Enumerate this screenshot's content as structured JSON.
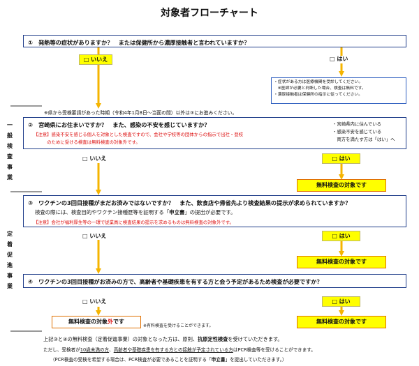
{
  "title": "対象者フローチャート",
  "q1": {
    "text": "①　発熱等の症状がありますか？　または保健所から濃厚接触者と言われていますか？",
    "no": "□ いいえ",
    "yes": "□ はい",
    "info": [
      "・症状がある方は医療機関を受診してください。",
      "　※医師が必要と判断した場合、検査は無料です。",
      "・濃厚接触者は保健所の指示に従ってください。"
    ]
  },
  "between_note": "※県から受検要請があった時期（令和4年1月8日～当面の間）以外は③にお進みください。",
  "side_label_1": [
    "一",
    "般",
    "検",
    "査",
    "事",
    "業"
  ],
  "side_label_2": [
    "定",
    "着",
    "促",
    "進",
    "事",
    "業"
  ],
  "q2": {
    "text": "②　宮崎県にお住まいですか？　また、感染の不安を感じていますか？",
    "note1": "【注意】感染不安を感じる個人を対象とした検査ですので、会社や学校等の団体からの指示で出社・登校",
    "note2": "　　　のために受ける検査は無料検査の対象外です。",
    "side_note": [
      "・宮崎県内に住んでいる",
      "・感染不安を感じている",
      "　両方を満たす方は「はい」へ"
    ],
    "no": "□ いいえ",
    "yes": "□ はい",
    "result": "無料検査の対象です"
  },
  "q3": {
    "text": "③　ワクチンの3回目接種がまだお済みではないですか？　また、飲食店や帰省先より検査結果の提示が求められていますか？",
    "line2_a": "検査の際には、検査目的やワクチン接種歴等を証明する「",
    "line2_b": "申立書",
    "line2_c": "」の提出が必要です。",
    "note": "【注意】会社が福利厚生等の一環で従業員に検査結果の提示を求めるものは無料検査の対象外です。",
    "no": "□ いいえ",
    "yes": "□ はい",
    "result": "無料検査の対象です"
  },
  "q4": {
    "text": "④　ワクチンの3回目接種がお済みの方で、高齢者や基礎疾患を有する方と会う予定があるため検査が必要ですか？",
    "no": "□ いいえ",
    "yes": "□ はい",
    "result_no_a": "無料検査の対象",
    "result_no_b": "外",
    "result_no_c": "です",
    "paid_note": "※有料検査を受けることができます。",
    "result_yes": "無料検査の対象です"
  },
  "footer": {
    "line1_a": "上記③と④の無料検査（定着促進事業）の対象となった方は、原則、",
    "line1_b": "抗原定性検査",
    "line1_c": "を受けていただきます。",
    "line2_a": "ただし、受検者が",
    "line2_b": "10歳未満の方",
    "line2_c": "、",
    "line2_d": "高齢者や基礎疾患を有する方との接触が予定されている方",
    "line2_e": "はPCR検査等を受けることができます。",
    "line3_a": "（PCR検査の受検を希望する場合は、PCR検査が必要であることを証明する「",
    "line3_b": "申立書",
    "line3_c": "」を提出していただきます。）"
  },
  "colors": {
    "accent_arrow": "#f5b400",
    "highlight": "#ffff00",
    "border_blue": "#1f3d8a",
    "warning_red": "#dd1111",
    "orange_border": "#e07000"
  }
}
